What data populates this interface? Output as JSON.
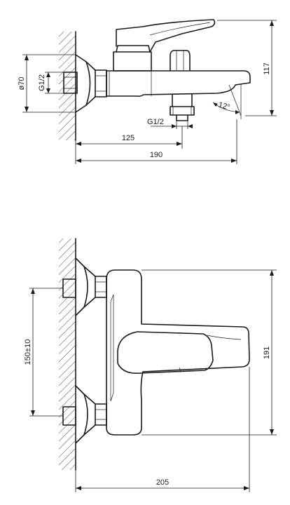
{
  "side_view": {
    "dim_height": "117",
    "dim_diameter": "ø70",
    "dim_thread_inlet": "G1/2",
    "dim_thread_outlet": "G1/2",
    "dim_angle": "12°",
    "dim_depth_125": "125",
    "dim_depth_190": "190"
  },
  "front_view": {
    "dim_spacing": "150±10",
    "dim_height": "191",
    "dim_width": "205"
  }
}
